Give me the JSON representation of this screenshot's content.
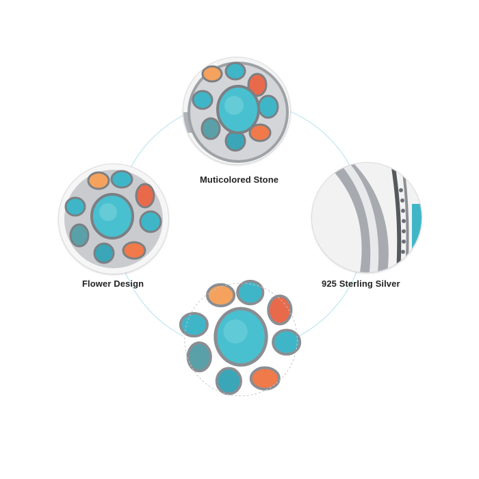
{
  "labels": {
    "top": "Muticolored Stone",
    "left": "Flower Design",
    "right": "925  Sterling Silver"
  },
  "colors": {
    "turquoise": "#3fb6c8",
    "turquoise_dark": "#2a93a8",
    "coral": "#f07a4a",
    "peach": "#f4a25d",
    "silver": "#b9bcc0",
    "silver_dark": "#6e7277",
    "path": "#bfe6ee"
  }
}
